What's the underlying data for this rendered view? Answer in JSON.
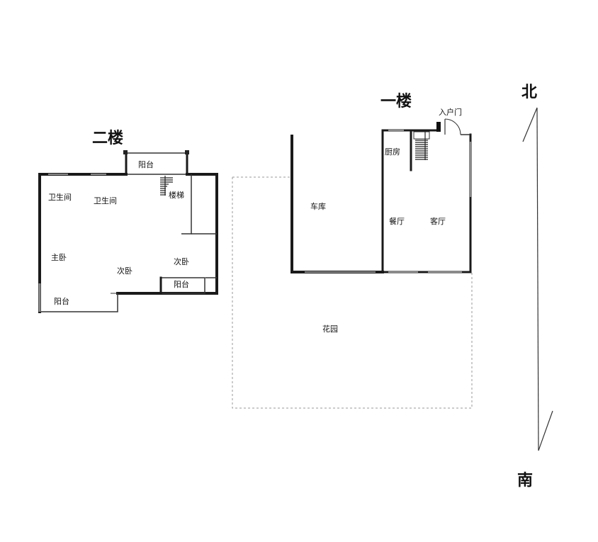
{
  "floor_labels": {
    "second": "二楼",
    "first": "一楼"
  },
  "compass": {
    "north": "北",
    "south": "南"
  },
  "second_floor_rooms": {
    "balcony_top": "阳台",
    "bathroom_1": "卫生间",
    "bathroom_2": "卫生间",
    "stairs": "楼梯",
    "master_bedroom": "主卧",
    "second_bedroom_1": "次卧",
    "second_bedroom_2": "次卧",
    "balcony_right": "阳台",
    "balcony_bottom": "阳台"
  },
  "first_floor_rooms": {
    "entrance": "入户门",
    "kitchen": "厨房",
    "garage": "车库",
    "dining": "餐厅",
    "living": "客厅",
    "garden": "花园"
  }
}
